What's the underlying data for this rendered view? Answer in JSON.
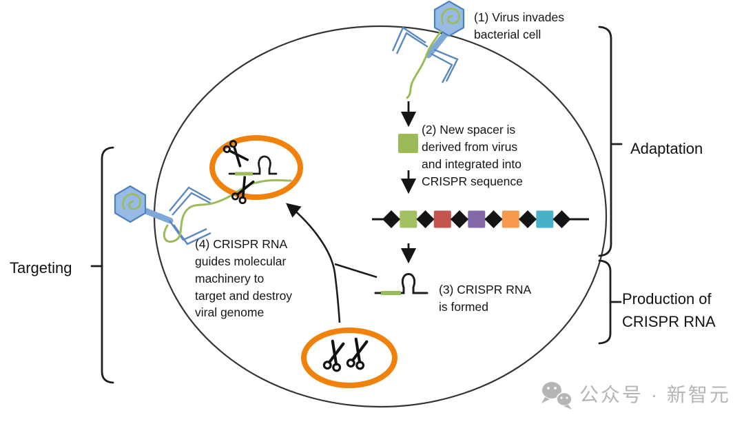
{
  "diagram": {
    "steps": {
      "step1": "(1) Virus invades\nbacterial cell",
      "step2": "(2) New spacer is\nderived from virus\nand integrated into\nCRISPR sequence",
      "step3": "(3) CRISPR RNA\nis formed",
      "step4": "(4) CRISPR RNA\nguides molecular\nmachinery to\ntarget and destroy\nviral genome"
    },
    "phase_labels": {
      "adaptation": "Adaptation",
      "production": "Production of\nCRISPR RNA",
      "targeting": "Targeting"
    },
    "crispr_array": {
      "repeat_color": "#141414",
      "spacer_colors": [
        "#a3c163",
        "#c5534e",
        "#8268a9",
        "#f79a4d",
        "#47b1c7"
      ]
    },
    "colors": {
      "membrane": "#333333",
      "virus_fill": "#97bbe4",
      "virus_outline": "#4f81bd",
      "genome_green": "#9bbb59",
      "machinery_orange": "#f0820c",
      "arrow_black": "#151515"
    },
    "watermark": {
      "icon": "wechat-chat-bubbles-icon",
      "text": "公众号 · 新智元",
      "color": "#b5b5b5"
    }
  }
}
